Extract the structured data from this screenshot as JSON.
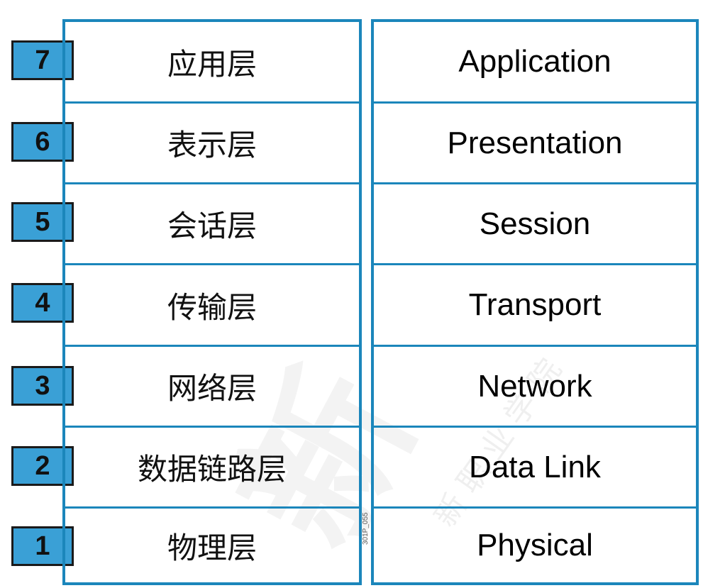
{
  "layers": [
    {
      "number": "7",
      "cn": "应用层",
      "en": "Application"
    },
    {
      "number": "6",
      "cn": "表示层",
      "en": "Presentation"
    },
    {
      "number": "5",
      "cn": "会话层",
      "en": "Session"
    },
    {
      "number": "4",
      "cn": "传输层",
      "en": "Transport"
    },
    {
      "number": "3",
      "cn": "网络层",
      "en": "Network"
    },
    {
      "number": "2",
      "cn": "数据链路层",
      "en": "Data Link"
    },
    {
      "number": "1",
      "cn": "物理层",
      "en": "Physical"
    }
  ],
  "figure_code": "301P_055",
  "watermark": {
    "large": "新",
    "small": "新 职 业 学 院"
  },
  "colors": {
    "border": "#1b86bb",
    "number_box": "#3aa0d6"
  }
}
